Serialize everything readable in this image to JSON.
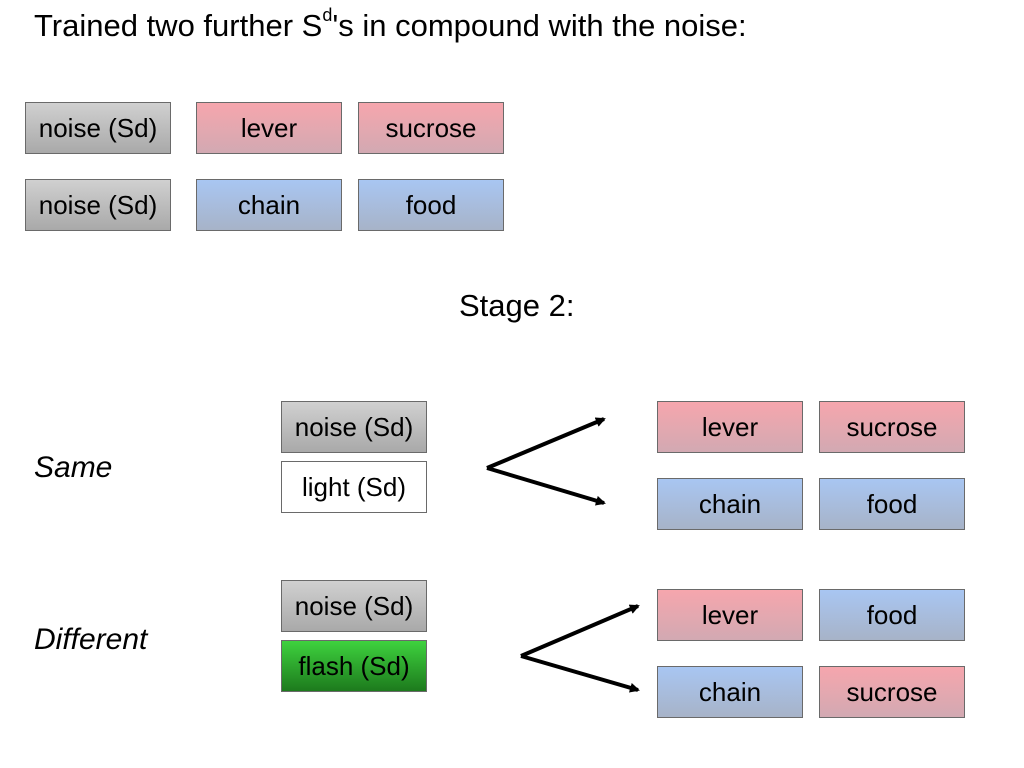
{
  "title": {
    "prefix": "Trained two further S",
    "superscript": "d",
    "suffix": "'s in compound with the noise:"
  },
  "stage1": {
    "rows": [
      [
        "noise (Sd)",
        "lever",
        "sucrose"
      ],
      [
        "noise (Sd)",
        "chain",
        "food"
      ]
    ]
  },
  "stage2": {
    "title": "Stage 2:",
    "same": {
      "label": "Same",
      "stimuli": [
        "noise (Sd)",
        "light (Sd)"
      ],
      "outcomes": [
        [
          "lever",
          "sucrose"
        ],
        [
          "chain",
          "food"
        ]
      ]
    },
    "different": {
      "label": "Different",
      "stimuli": [
        "noise (Sd)",
        "flash (Sd)"
      ],
      "outcomes": [
        [
          "lever",
          "food"
        ],
        [
          "chain",
          "sucrose"
        ]
      ]
    }
  },
  "colors": {
    "noise": "#bdbdbd",
    "lever_sucrose_red": "#f6a6ad",
    "chain_food_blue": "#a8c6f2",
    "light": "#ffffff",
    "flash_green": "#2aa82a",
    "arrow": "#000000"
  }
}
